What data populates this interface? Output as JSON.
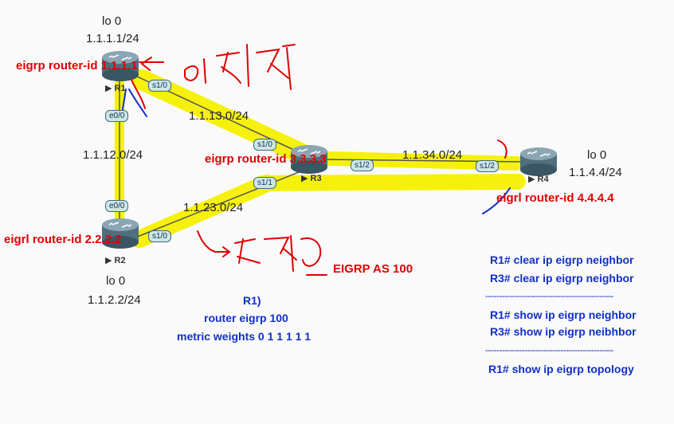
{
  "routers": {
    "r1": {
      "name": "R1",
      "lo_label": "lo 0",
      "lo_addr": "1.1.1.1/24",
      "router_id": "eigrp router-id 1.1.1.1"
    },
    "r2": {
      "name": "R2",
      "lo_label": "lo 0",
      "lo_addr": "1.1.2.2/24",
      "router_id": "eigrl router-id 2.2.2.2"
    },
    "r3": {
      "name": "R3",
      "router_id": "eigrp router-id 3.3.3.3"
    },
    "r4": {
      "name": "R4",
      "lo_label": "lo 0",
      "lo_addr": "1.1.4.4/24",
      "router_id": "eigrl router-id 4.4.4.4"
    }
  },
  "links": {
    "r1_r3": "1.1.13.0/24",
    "r1_r2": "1.1.12.0/24",
    "r2_r3": "1.1.23.0/24",
    "r3_r4": "1.1.34.0/24"
  },
  "interfaces": {
    "r1_s10": "s1/0",
    "r1_e00": "e0/0",
    "r2_e00": "e0/0",
    "r2_s10": "s1/0",
    "r3_s10": "s1/0",
    "r3_s11": "s1/1",
    "r3_s12": "s1/2",
    "r4_s12": "s1/2"
  },
  "eigrp_as": "EIGRP AS 100",
  "config": {
    "title": "R1)",
    "line1": "router eigrp 100",
    "line2": "metric weights 0 1 1 1 1 1"
  },
  "commands": {
    "cmd1": "R1# clear ip eigrp neighbor",
    "cmd2": "R3# clear ip eigrp neighbor",
    "separator": "----------------------------------------------",
    "cmd3": "R1# show ip eigrp neighbor",
    "cmd4": "R3# show ip eigrp neibhbor",
    "cmd5": "R1# show ip eigrp topology"
  },
  "colors": {
    "highlight": "#f5f100",
    "annotation_red": "#e00000",
    "annotation_blue": "#1030c8",
    "router_body": "#4f6e7e"
  }
}
